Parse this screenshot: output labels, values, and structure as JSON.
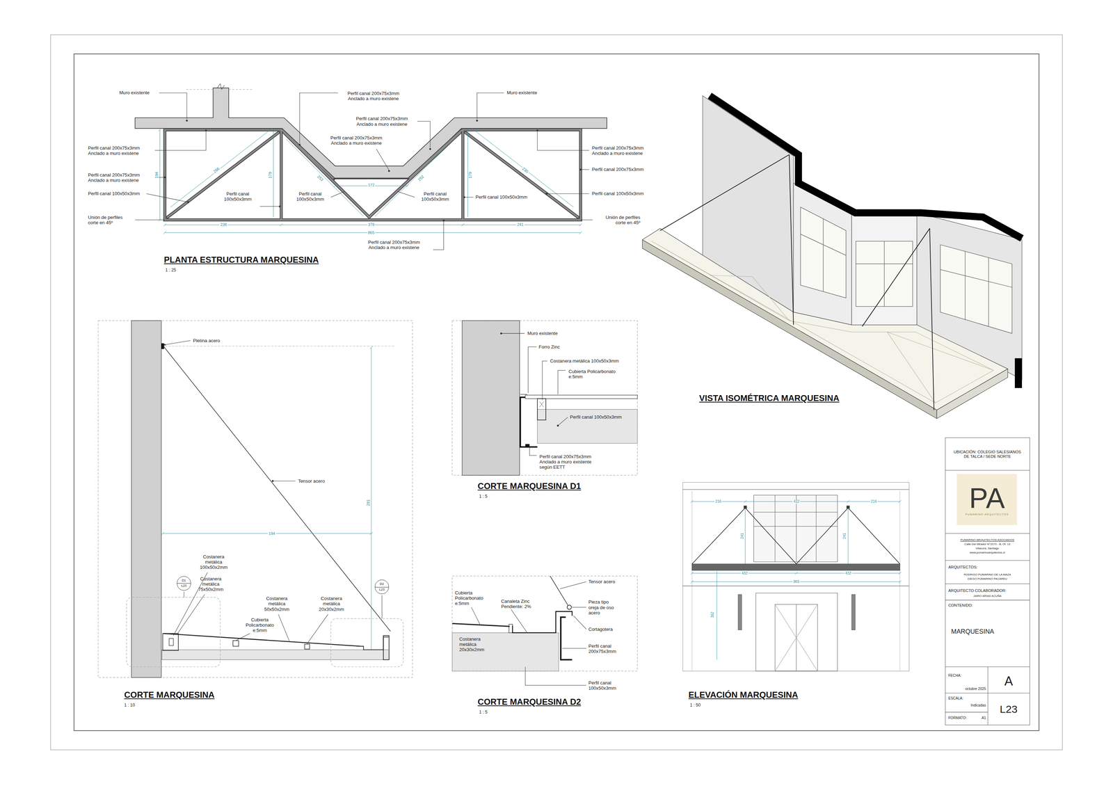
{
  "diagram": {
    "nodes": [
      {
        "text": [
          "PA",
          "PUMARINO ARQUITECTOS"
        ]
      },
      {
        "text": [
          "D1",
          "L23"
        ]
      },
      {
        "text": [
          "D2",
          "L23"
        ]
      }
    ],
    "labels": [
      "Muro existente",
      "Perfil canal 200x75x3mm Anclado a muro existene",
      "Muro existente",
      "Perfil canal 200x75x3mm Anclado a muro existene",
      "Perfil canal 200x75x3mm Anclado a muro existene",
      "Perfil canal 200x75x3mm Anclado a muro existene",
      "Perfil canal 200x75x3mm Anclado a muro existene",
      "Perfil canal 100x50x3mm",
      "Unión de perfiles corte en 45º",
      "Perfil canal 100x50x3mm",
      "Perfil canal 100x50x3mm",
      "Perfil canal 100x50x3mm",
      "Perfil canal 100x50x3mm",
      "Perfil canal 200x75x3mm Anclado a muro existene",
      "Perfil canal 200x75x3mm",
      "Perfil canal 100x50x3mm",
      "Unión de perfiles corte en 45º",
      "Perfil canal 200x75x3mm Anclado a muro existene",
      "266",
      "194",
      "179",
      "253",
      "172",
      "252",
      "179",
      "230",
      "238",
      "378",
      "241",
      "865",
      "PLANTA ESTRUCTURA MARQUESINA",
      "1 : 25",
      "VISTA ISOMÉTRICA MARQUESINA",
      "Pletina acero",
      "Tensor acero",
      "281",
      "194",
      "Costanera metálica 100x50x2mm",
      "Costanera metálica 75x50x2mm",
      "Costanera metálica 50x50x2mm",
      "Costanera metálica 20x30x2mm",
      "Cubierta Policarbonato e:5mm",
      "CORTE MARQUESINA",
      "1 : 10",
      "Muro existente",
      "Forro Zinc",
      "Costanera metálica 100x50x3mm",
      "Cubierta Policarbonato e:5mm",
      "Perfil canal 100x50x3mm",
      "Perfil canal 200x75x3mm Anclado a muro existente según EETT",
      "CORTE MARQUESINA D1",
      "1 : 5",
      "Tensor acero",
      "Cubierta Policarbonato e:5mm",
      "Canaleta Zinc Pendiente: 2%",
      "Pieza tipo oreja de oso acero",
      "Cortagotera",
      "Costanera metálica 20x30x2mm",
      "Perfil canal 200x75x3mm",
      "Perfil canal 100x50x3mm",
      "CORTE MARQUESINA D2",
      "1 : 5",
      "216",
      "432",
      "216",
      "241",
      "241",
      "432",
      "432",
      "865",
      "362",
      "ELEVACIÓN MARQUESINA",
      "1 : 50",
      "UBICACIÓN: COLEGIO SALESIANOS DE TALCA / SEDE NORTE",
      "PUMARINO ARQUITECTOS ASOCIADOS",
      "Calle Del Mirador N°2070 - B, Of. 13",
      "Vitacura, Santiago",
      "www.pumarinoarquitectos.cl",
      "ARQUITECTOS:",
      "RODRIGO PUMARINO DE LA MAZA",
      "DIEGO PUMARINO PACAREU",
      "ARQUITECTO COLABORADOR:",
      "JAIRO ARIAS ACUÑA",
      "CONTENIDO:",
      "MARQUESINA",
      "FECHA:",
      "octubre 2025",
      "A",
      "ESCALA:",
      "Indicadas",
      "L23",
      "FORMATO:",
      "A1"
    ]
  }
}
